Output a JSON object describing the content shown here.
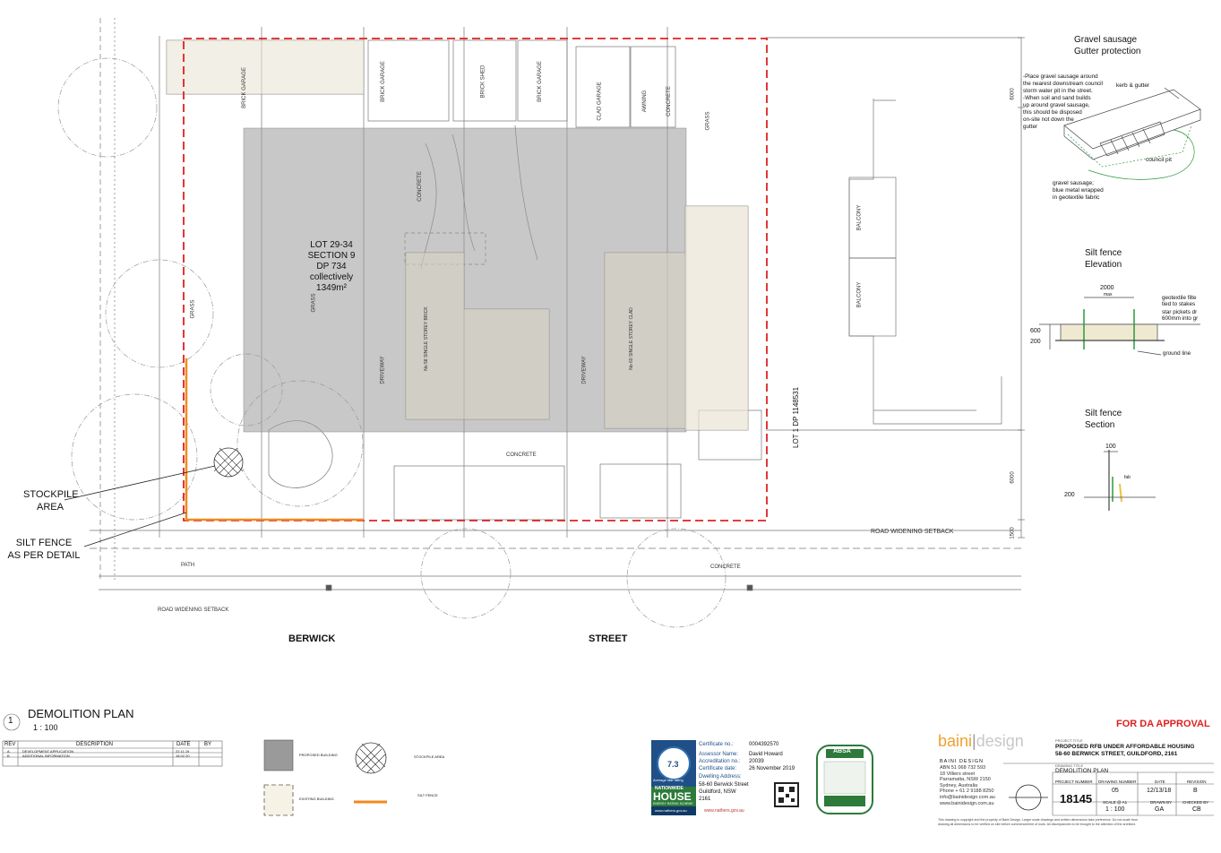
{
  "plan": {
    "lot_label": [
      "LOT 29-34",
      "SECTION 9",
      "DP 734",
      "collectively",
      "1349m²"
    ],
    "street_left": "BERWICK",
    "street_right": "STREET",
    "road_setback_bottom": "ROAD WIDENING SETBACK",
    "road_setback_right": "ROAD WIDENING SETBACK",
    "lot1_label": "LOT 1",
    "lot1_dp": "DP",
    "lot1_num": "1148531",
    "dim_6000_top": "6000",
    "dim_6000_mid": "6000",
    "dim_1500": "1500",
    "labels": {
      "brick_garage_1": "BRICK GARAGE",
      "brick_garage_2": "BRICK GARAGE",
      "brick_shed": "BRICK SHED",
      "brick_garage_3": "BRICK GARAGE",
      "clad_garage": "CLAD GARAGE",
      "awning_1": "AWNING",
      "concrete_1": "CONCRETE",
      "concrete_2": "CONCRETE",
      "concrete_3": "CONCRETE",
      "concrete_4": "CONCRETE",
      "grass_1": "GRASS",
      "grass_2": "GRASS",
      "grass_3": "GRASS",
      "driveway_1": "DRIVEWAY",
      "driveway_2": "DRIVEWAY",
      "no58": "No 58 SINGLE STOREY BRICK",
      "no60": "No 60 SINGLE STOREY CLAD",
      "path": "PATH",
      "balcony_1": "BALCONY",
      "balcony_2": "BALCONY"
    }
  },
  "callouts": {
    "stockpile": [
      "STOCKPILE",
      "AREA"
    ],
    "silt_fence": [
      "SILT FENCE",
      "AS PER DETAIL"
    ]
  },
  "details": {
    "gravel_title": [
      "Gravel sausage",
      "Gutter protection"
    ],
    "gravel_note": [
      "-Place gravel sausage around",
      "the nearest downstream council",
      "storm water pit in the street.",
      "-When soil and sand builds",
      "up around gravel sausage,",
      "this should be disposed",
      "on-site not down the",
      "gutter"
    ],
    "kerb_gutter": "kerb & gutter",
    "council_pit": "council pit",
    "gravel_sausage_note": [
      "gravel sausage;",
      "blue metal wrapped",
      "in geotextile fabric"
    ],
    "silt_elev_title": [
      "Silt fence",
      "Elevation"
    ],
    "silt_elev_2000": "2000",
    "silt_elev_max": "max",
    "geotextile": [
      "geotextile filte",
      "tied to stakes"
    ],
    "star_pickets": [
      "star pickets dr",
      "600mm into gr"
    ],
    "ground_line": "ground line",
    "dim_600": "600",
    "dim_200": "200",
    "silt_section_title": [
      "Silt fence",
      "Section"
    ],
    "sec_100": "100",
    "sec_200": "200",
    "sec_fabric": "fab"
  },
  "title_block": {
    "view_number": "1",
    "view_title": "DEMOLITION PLAN",
    "view_scale": "1 : 100",
    "rev_headers": [
      "REV",
      "DESCRIPTION",
      "DATE",
      "BY"
    ],
    "revisions": [
      {
        "rev": "A",
        "desc": "DEVELOPMENT APPLICATION",
        "date": "22.11.19",
        "by": ""
      },
      {
        "rev": "B",
        "desc": "ADDITIONAL INFORMATION",
        "date": "18.02.20",
        "by": ""
      }
    ],
    "legend": {
      "proposed": "PROPOSED BUILDING",
      "stockpile": "STOCKPILE AREA",
      "existing": "EXISTING BUILDING",
      "silt": "SILT FENCE"
    },
    "nathers": {
      "stars": "7.3",
      "avg": "Average star rating",
      "house": "NATIONWIDE",
      "house2": "HOUSE",
      "rating": "ENERGY RATING SCHEME",
      "site": "www.nathers.gov.au",
      "cert_no_label": "Certificate no.:",
      "cert_no": "0004392570",
      "assessor_label": "Assessor Name:",
      "assessor": "David Howard",
      "accr_label": "Accreditation no.:",
      "accr": "20039",
      "cert_date_label": "Certificate date:",
      "cert_date": "26 November 2019",
      "dwelling_label": "Dwelling Address:",
      "address": [
        "58-60 Berwick Street",
        "Guildford, NSW",
        "2161"
      ],
      "site_footer": "www.nathers.gov.au"
    },
    "absa": "ABSA",
    "company": {
      "logo1": "baini",
      "logo2": "design",
      "name": "BAINI DESIGN",
      "abn": "ABN 51 068 732 593",
      "addr": [
        "18 Villiers street",
        "Parramatta, NSW 2150",
        "Sydney, Australia"
      ],
      "phone": "Phone + 61 2 9188 8250",
      "email": "info@bainidesign.com.au",
      "web": "www.bainidesign.com.au"
    },
    "approval": "FOR DA APPROVAL",
    "project_title_label": "PROJECT TITLE",
    "project_title": "PROPOSED RFB UNDER AFFORDABLE HOUSING",
    "project_address": "58-60 BERWICK STREET, GUILDFORD, 2161",
    "drawing_title_label": "DRAWING TITLE",
    "drawing_title": "DEMOLITION PLAN",
    "headers": [
      "PROJECT NUMBER",
      "DRAWING NUMBER",
      "DATE",
      "REVISION"
    ],
    "project_number": "18145",
    "drawing_number": "05",
    "date": "12/13/18",
    "revision": "B",
    "scale_label": "SCALE @ A1",
    "drawn_label": "DRAWN BY",
    "checked_label": "CHECKED BY",
    "scale": "1 : 100",
    "drawn": "GA",
    "checked": "CB",
    "copyright": [
      "This drawing is copyright and the property of Baini Design. Larger scale drawings and written dimensions take preference. Do not scale from",
      "drawing all dimensions to be verified on site before commencement of work. All discrepancies to be brought to the attention of the architect."
    ]
  }
}
